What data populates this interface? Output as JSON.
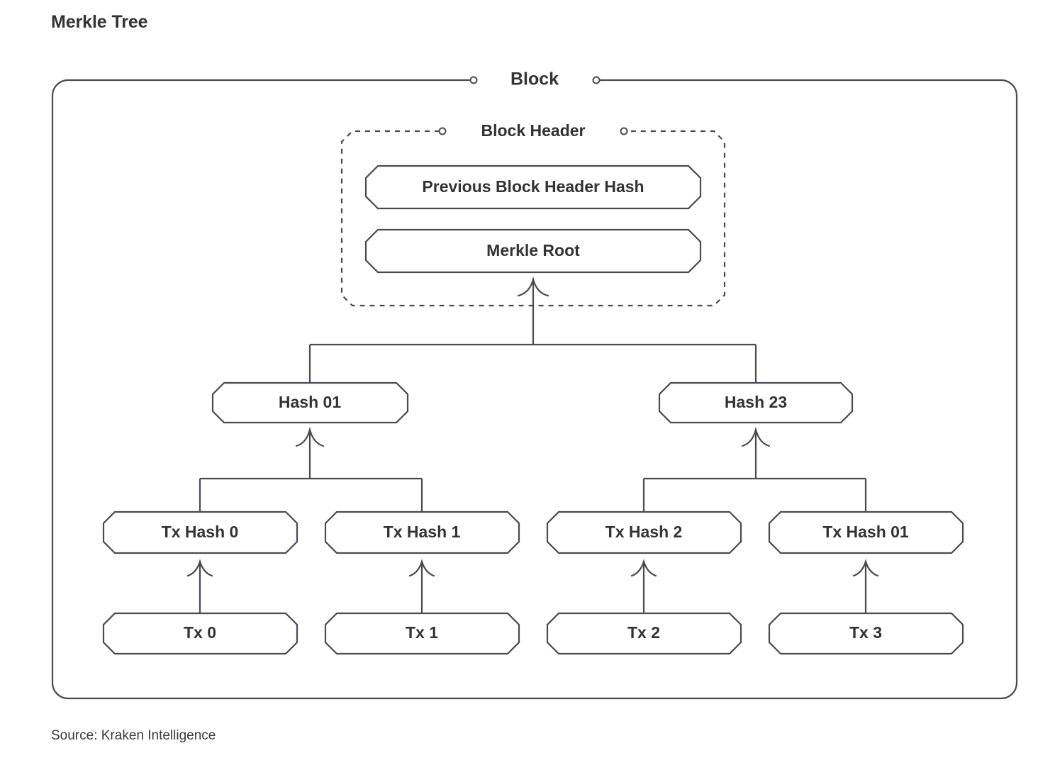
{
  "title": "Merkle Tree",
  "source": "Source: Kraken Intelligence",
  "colors": {
    "stroke": "#4a4a52",
    "text": "#333333",
    "background": "#ffffff"
  },
  "diagram": {
    "type": "tree",
    "container": {
      "label": "Block",
      "border_style": "solid",
      "corner_style": "rounded"
    },
    "header_group": {
      "label": "Block Header",
      "border_style": "dashed",
      "corner_style": "chamfered",
      "nodes": [
        {
          "id": "prev-hash",
          "label": "Previous Block Header Hash"
        },
        {
          "id": "merkle-root",
          "label": "Merkle Root"
        }
      ]
    },
    "levels": [
      {
        "name": "hash-pairs",
        "nodes": [
          {
            "id": "hash-01",
            "label": "Hash 01"
          },
          {
            "id": "hash-23",
            "label": "Hash 23"
          }
        ]
      },
      {
        "name": "tx-hashes",
        "nodes": [
          {
            "id": "tx-hash-0",
            "label": "Tx Hash 0"
          },
          {
            "id": "tx-hash-1",
            "label": "Tx Hash 1"
          },
          {
            "id": "tx-hash-2",
            "label": "Tx Hash 2"
          },
          {
            "id": "tx-hash-3",
            "label": "Tx Hash 01"
          }
        ]
      },
      {
        "name": "transactions",
        "nodes": [
          {
            "id": "tx-0",
            "label": "Tx 0"
          },
          {
            "id": "tx-1",
            "label": "Tx 1"
          },
          {
            "id": "tx-2",
            "label": "Tx 2"
          },
          {
            "id": "tx-3",
            "label": "Tx 3"
          }
        ]
      }
    ],
    "edges": [
      {
        "from": "hash-01",
        "to": "merkle-root",
        "style": "bracket-arrow"
      },
      {
        "from": "hash-23",
        "to": "merkle-root",
        "style": "bracket-arrow"
      },
      {
        "from": "tx-hash-0",
        "to": "hash-01",
        "style": "bracket-arrow"
      },
      {
        "from": "tx-hash-1",
        "to": "hash-01",
        "style": "bracket-arrow"
      },
      {
        "from": "tx-hash-2",
        "to": "hash-23",
        "style": "bracket-arrow"
      },
      {
        "from": "tx-hash-3",
        "to": "hash-23",
        "style": "bracket-arrow"
      },
      {
        "from": "tx-0",
        "to": "tx-hash-0",
        "style": "arrow"
      },
      {
        "from": "tx-1",
        "to": "tx-hash-1",
        "style": "arrow"
      },
      {
        "from": "tx-2",
        "to": "tx-hash-2",
        "style": "arrow"
      },
      {
        "from": "tx-3",
        "to": "tx-hash-3",
        "style": "arrow"
      }
    ]
  }
}
